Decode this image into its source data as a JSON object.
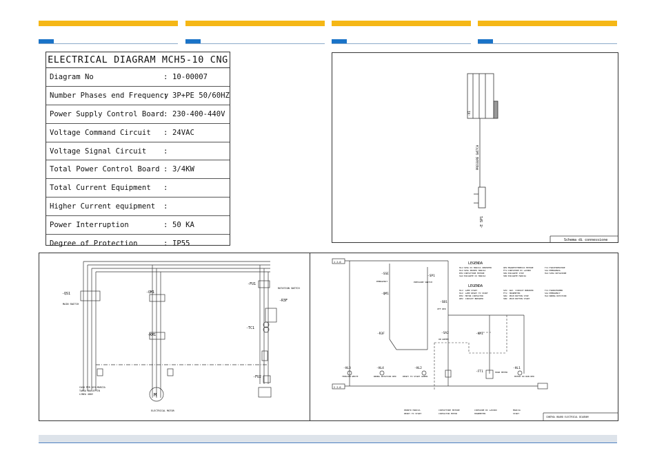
{
  "spec_table": {
    "title": "ELECTRICAL DIAGRAM MCH5-10 CNG",
    "rows": [
      {
        "label": "Diagram No",
        "value": "10-00007"
      },
      {
        "label": "Number Phases end Frequency",
        "value": "3P+PE 50/60HZ"
      },
      {
        "label": "Power Supply Control Board",
        "value": "230-400-440V"
      },
      {
        "label": " Voltage Command  Circuit",
        "value": "24VAC"
      },
      {
        "label": "Voltage Signal Circuit",
        "value": ""
      },
      {
        "label": "Total Power Control Board",
        "value": "3/4KW"
      },
      {
        "label": "Total Current Equipment",
        "value": ""
      },
      {
        "label": "Higher Current equipment",
        "value": ""
      },
      {
        "label": "Power Interruption",
        "value": "50 KA"
      },
      {
        "label": "Degree of Protection",
        "value": "IP55"
      }
    ]
  },
  "connection_diagram": {
    "components": {
      "x1": "-X1",
      "pressure_switch": "PRESSURE SWITCH",
      "sp1": "-E SP1"
    },
    "footer": "Schema di connessione"
  },
  "power_diagram": {
    "qs1": "-QS1",
    "main_switch": "MAIN SWITCH",
    "qm1": "-QM1",
    "km1": "-KM1",
    "fu1": "-FU1",
    "rotation": "ROTATION SWITCH",
    "r3f": "-R3F",
    "tc1": "-TC1",
    "fu2": "-FU2",
    "motor_label": "ELECTRICAL MOTOR",
    "motor_symbol": "M",
    "cable_note": [
      "CAVO PER DIS.MARCIA",
      "TARGA BOLLETTIN",
      "LINEA 400V"
    ]
  },
  "control_diagram": {
    "rail_top": "1 2.0",
    "rail_bottom": "2 2.0",
    "legend_title": "LEGENDA",
    "legend_cols": [
      [
        "HL1:SPIA DI MARCIA INVERTER",
        "HL2:SPIA PRONTO MARCIA",
        "KM1:CONTATTORE MOTORE",
        "SA2:PULSANTE DI MARCIA"
      ],
      [
        "QM1:MAGNETOTERMICO MOTORE",
        "FT1:CONTATORE DI LAVORO",
        "SB1:PULSANTE STOP",
        "SB2:PULSANTE MARCIA"
      ],
      [
        "TC1:TRASFORMATORE",
        "SA1:EMERGENZA",
        "HL4:SPIA ROTAZIONE",
        ""
      ]
    ],
    "legend_title_2": "LEGENDA",
    "legend_cols_2": [
      [
        "HL1: LAMP START",
        "HL2: LAMP READY TO START",
        "KM1: MOTOR CONTACTOR",
        "QM1: CIRCUIT BREAKER"
      ],
      [
        "SP1: AUX. CIRCUIT BREAKER",
        "FT1: HOURMETER",
        "SB1: PUSH BUTTON STOP",
        "SB2: PUSH BUTTON START"
      ],
      [
        "TC1:TRANSFORMER",
        "SA1:EMERGENCY",
        "HL4:WRONG ROTATION",
        ""
      ]
    ],
    "components": {
      "sse": "-SSE",
      "emergency": "EMERGENCY",
      "qm1": "-QM1",
      "sp1": "-SP1",
      "pressure_switch": "PRESSURE SWITCH",
      "sb1": "-SB1",
      "off_red": "OFF RED",
      "sa2": "-SA2",
      "on_green": "ON GREEN",
      "km1": "-KM1",
      "r3f": "-R3F",
      "ft1": "-FT1",
      "hour_meter": "HOUR METER"
    },
    "lamps": [
      {
        "tag": "-HL3",
        "label": "TENSION WHITE"
      },
      {
        "tag": "-HL4",
        "label": "WRONG ROTATION RED"
      },
      {
        "tag": "-HL2",
        "label": "READY TO START GREEN"
      },
      {
        "tag": "-HL1",
        "label": "MOTOR IN RUN RED"
      }
    ],
    "bottom_labels": [
      {
        "it": "PRONTO MARCIA",
        "en": "READY TO START"
      },
      {
        "it": "CONTATTORE MOTORE",
        "en": "CONTACTOR MOTOR"
      },
      {
        "it": "CONTAORE DI LAVORO",
        "en": "HOURMETER"
      },
      {
        "it": "MARCIA",
        "en": "START"
      }
    ],
    "title_block": "CONTROL BOARD ELECTRICAL DIAGRAM"
  }
}
